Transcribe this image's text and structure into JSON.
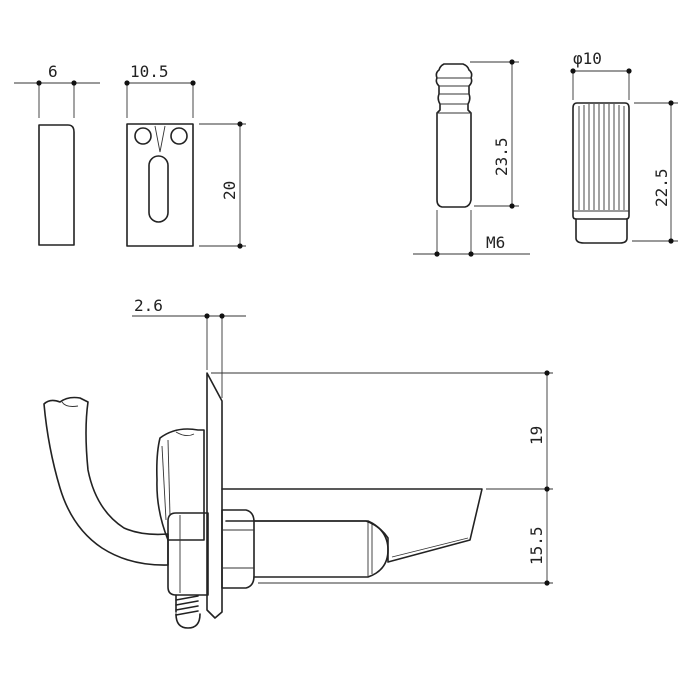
{
  "dimensions": {
    "plate_thickness": "6",
    "plate_width": "10.5",
    "plate_height": "20",
    "pin_length": "23.5",
    "pin_thread": "M6",
    "knob_diameter": "φ10",
    "knob_height": "22.5",
    "side_thickness": "2.6",
    "side_upper_height": "19",
    "side_lower_height": "15.5"
  },
  "colors": {
    "line": "#222222",
    "background": "#ffffff"
  }
}
